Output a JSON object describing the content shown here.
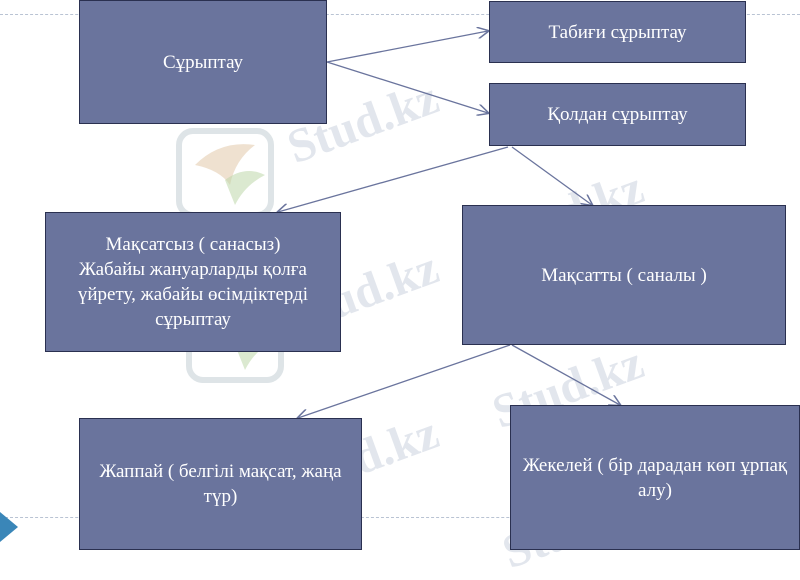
{
  "watermark": {
    "text": "Stud.kz"
  },
  "nodes": {
    "sorting": "Сұрыптау",
    "natural_sorting": "Табиғи сұрыптау",
    "artificial_sorting": "Қолдан сұрыптау",
    "unconscious": "Мақсатсыз ( санасыз)\nЖабайы жануарларды қолға үйрету, жабайы өсімдіктерді сұрыптау",
    "conscious": "Мақсатты ( саналы )",
    "mass": "Жаппай ( белгілі мақсат, жаңа түр)",
    "individual": "Жекелей ( бір дарадан көп ұрпақ алу)"
  },
  "colors": {
    "box_fill": "#6a749d",
    "box_border": "#2a3050",
    "arrow": "#6a749d"
  }
}
